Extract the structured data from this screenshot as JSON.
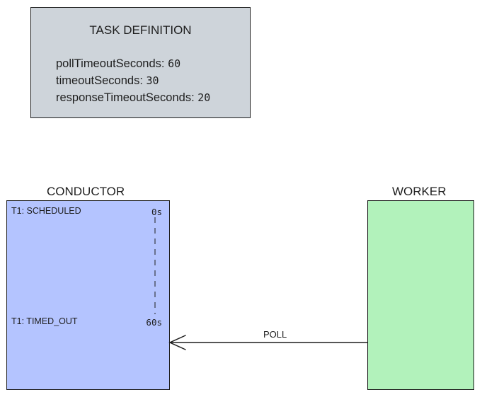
{
  "task_definition": {
    "title": "TASK DEFINITION",
    "fields": [
      {
        "key": "pollTimeoutSeconds",
        "value": "60"
      },
      {
        "key": "timeoutSeconds",
        "value": "30"
      },
      {
        "key": "responseTimeoutSeconds",
        "value": "20"
      }
    ]
  },
  "conductor": {
    "title": "CONDUCTOR",
    "states": [
      {
        "label": "T1: SCHEDULED",
        "time": "0s"
      },
      {
        "label": "T1: TIMED_OUT",
        "time": "60s"
      }
    ]
  },
  "worker": {
    "title": "WORKER"
  },
  "arrow": {
    "label": "POLL"
  },
  "colors": {
    "task_box": "#ced4da",
    "conductor_box": "#b4c4ff",
    "worker_box": "#b2f2bb",
    "stroke": "#1e1e1e"
  }
}
